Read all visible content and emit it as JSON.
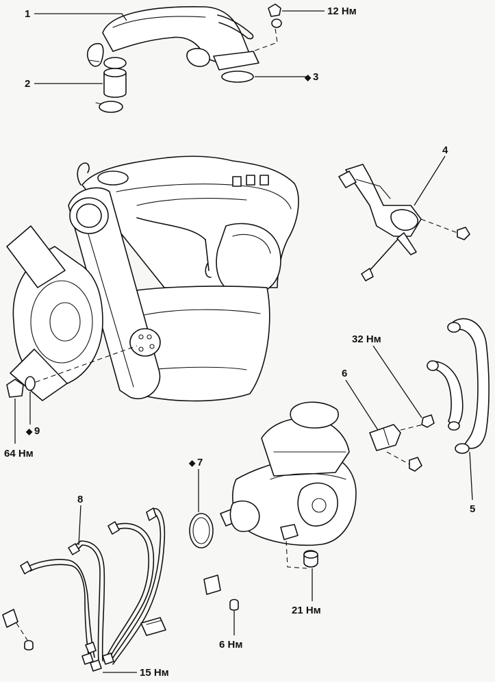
{
  "callouts": [
    {
      "id": "c1",
      "text": "1"
    },
    {
      "id": "c2",
      "text": "2"
    },
    {
      "id": "c3",
      "text": "3",
      "marker": "◆"
    },
    {
      "id": "c4",
      "text": "4"
    },
    {
      "id": "c5",
      "text": "5"
    },
    {
      "id": "c6",
      "text": "6"
    },
    {
      "id": "c7",
      "text": "7",
      "marker": "◆"
    },
    {
      "id": "c8",
      "text": "8"
    },
    {
      "id": "c9",
      "text": "9",
      "marker": "◆"
    },
    {
      "id": "t12",
      "text": "12 Нм"
    },
    {
      "id": "t64",
      "text": "64 Нм"
    },
    {
      "id": "t32",
      "text": "32 Нм"
    },
    {
      "id": "t21",
      "text": "21 Нм"
    },
    {
      "id": "t6",
      "text": "6 Нм"
    },
    {
      "id": "t15",
      "text": "15 Нм"
    }
  ],
  "icons": [
    "diamond-marker-icon"
  ],
  "colors": {
    "ink": "#111111",
    "paper": "#f7f7f5"
  }
}
